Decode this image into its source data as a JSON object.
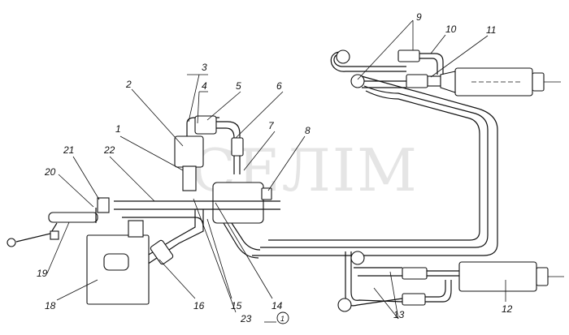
{
  "watermark": "СЕЛІМ",
  "callouts": [
    {
      "id": "c1",
      "text": "1"
    },
    {
      "id": "c2",
      "text": "2"
    },
    {
      "id": "c3",
      "text": "3"
    },
    {
      "id": "c4",
      "text": "4"
    },
    {
      "id": "c5",
      "text": "5"
    },
    {
      "id": "c6",
      "text": "6"
    },
    {
      "id": "c7",
      "text": "7"
    },
    {
      "id": "c8",
      "text": "8"
    },
    {
      "id": "c9",
      "text": "9"
    },
    {
      "id": "c10",
      "text": "10"
    },
    {
      "id": "c11",
      "text": "11"
    },
    {
      "id": "c12",
      "text": "12"
    },
    {
      "id": "c13",
      "text": "13"
    },
    {
      "id": "c14",
      "text": "14"
    },
    {
      "id": "c15",
      "text": "15"
    },
    {
      "id": "c16",
      "text": "16"
    },
    {
      "id": "c18",
      "text": "18"
    },
    {
      "id": "c19",
      "text": "19"
    },
    {
      "id": "c20",
      "text": "20"
    },
    {
      "id": "c21",
      "text": "21"
    },
    {
      "id": "c22",
      "text": "22"
    },
    {
      "id": "c23",
      "text": "23"
    }
  ],
  "figure_ref": "1"
}
